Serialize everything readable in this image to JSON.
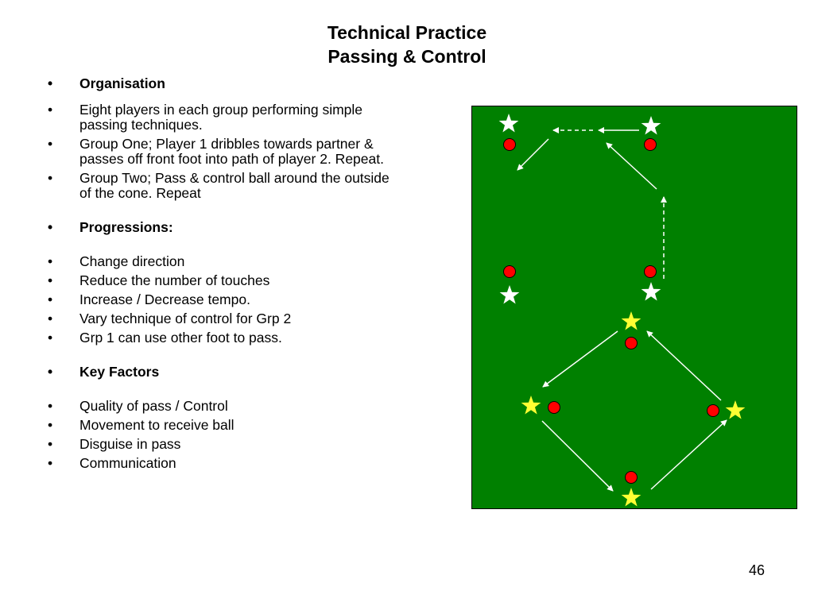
{
  "title": {
    "line1": "Technical Practice",
    "line2": "Passing & Control"
  },
  "bullet_glyph": "•",
  "bullets": [
    {
      "text": "Organisation",
      "bold": true
    },
    {
      "text": "Eight players in each group performing simple passing techniques.",
      "bold": false
    },
    {
      "text": "Group One;  Player 1 dribbles towards partner & passes off front foot into path of player 2.  Repeat.",
      "bold": false
    },
    {
      "text": "Group Two;  Pass & control ball around the outside of the cone.  Repeat",
      "bold": false
    },
    {
      "text": "Progressions:",
      "bold": true
    },
    {
      "text": "Change direction",
      "bold": false
    },
    {
      "text": "Reduce the number of touches",
      "bold": false
    },
    {
      "text": "Increase / Decrease tempo.",
      "bold": false
    },
    {
      "text": "Vary technique of control for Grp 2",
      "bold": false
    },
    {
      "text": "Grp 1 can use other foot to pass.",
      "bold": false
    },
    {
      "text": "Key Factors",
      "bold": true
    },
    {
      "text": "Quality of pass / Control",
      "bold": false
    },
    {
      "text": "Movement to receive ball",
      "bold": false
    },
    {
      "text": "Disguise in pass",
      "bold": false
    },
    {
      "text": "Communication",
      "bold": false
    }
  ],
  "diagram": {
    "pitch_color": "#008000",
    "cone_color": "#ff0000",
    "group_one_player_color": "#ffffff",
    "group_two_player_color": "#ffff33",
    "arrow_color": "#ffffff",
    "player_icon": "star-icon",
    "cone_icon": "cone-circle-icon"
  },
  "page_number": "46"
}
